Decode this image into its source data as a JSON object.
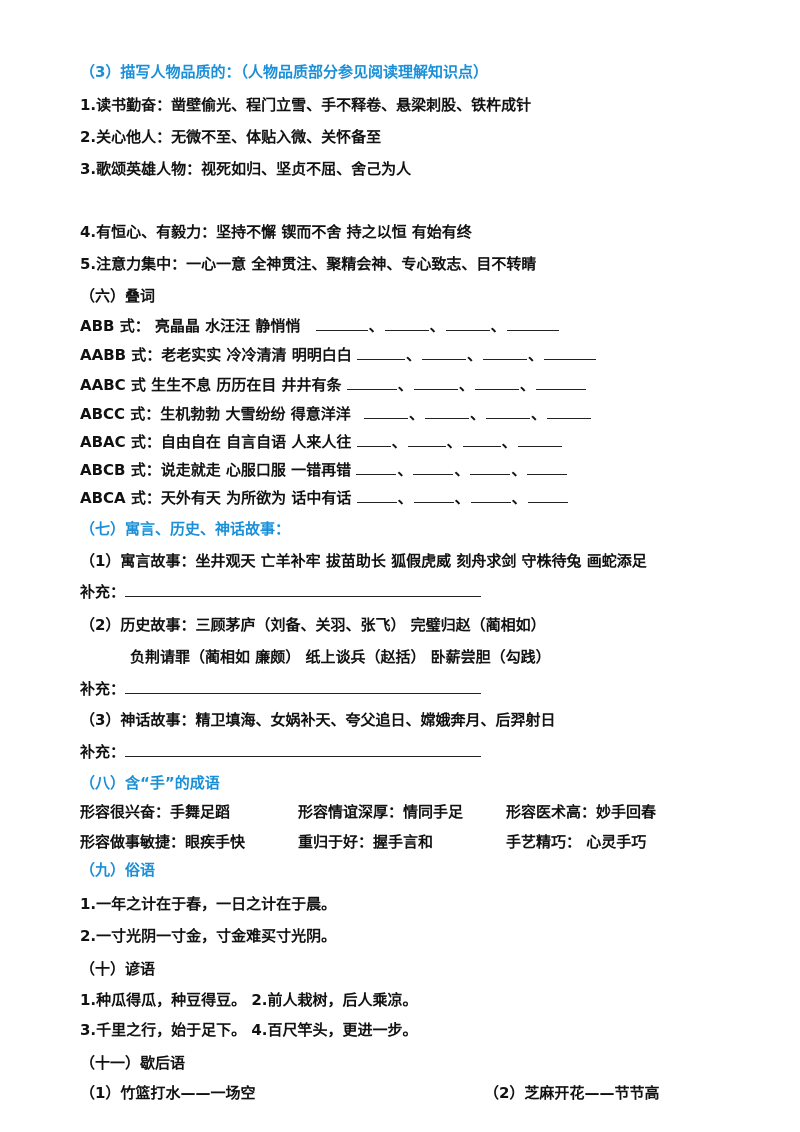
{
  "sec3": {
    "title": "（3）描写人物品质的：（人物品质部分参见阅读理解知识点）",
    "items": [
      "1.读书勤奋：凿壁偷光、程门立雪、手不释卷、悬梁刺股、铁杵成针",
      "2.关心他人：无微不至、体贴入微、关怀备至",
      "3.歌颂英雄人物：视死如归、坚贞不屈、舍己为人",
      "4.有恒心、有毅力：坚持不懈  锲而不舍 持之以恒 有始有终",
      "5.注意力集中：一心一意 全神贯注、聚精会神、专心致志、目不转睛"
    ]
  },
  "sec6": {
    "title": "（六）叠词",
    "rows": [
      {
        "text": "ABB 式： 亮晶晶   水汪汪    静悄悄",
        "blanks": 4
      },
      {
        "text": "AABB 式：老老实实  冷冷清清   明明白白",
        "blanks": 4
      },
      {
        "text": "AABC 式  生生不息 历历在目   井井有条",
        "blanks": 4
      },
      {
        "text": "ABCC 式：生机勃勃 大雪纷纷   得意洋洋",
        "blanks": 4
      },
      {
        "text": "ABAC 式：自由自在  自言自语  人来人往",
        "blanks": 4
      },
      {
        "text": "ABCB 式：说走就走 心服口服 一错再错",
        "blanks": 4
      },
      {
        "text": "ABCA 式：天外有天 为所欲为 话中有话",
        "blanks": 4
      }
    ]
  },
  "sec7": {
    "title": "（七）寓言、历史、神话故事：",
    "fable": "（1）寓言故事：坐井观天 亡羊补牢 拔苗助长 狐假虎威   刻舟求剑 守株待兔 画蛇添足",
    "supplement_label": "补充：",
    "history1": "（2）历史故事：三顾茅庐（刘备、关羽、张飞）  完璧归赵（蔺相如）",
    "history2": "负荆请罪（蔺相如 廉颇）  纸上谈兵（赵括）  卧薪尝胆（勾践）",
    "myth": "（3）神话故事：精卫填海、女娲补天、夸父追日、嫦娥奔月、后羿射日"
  },
  "sec8": {
    "title": "（八）含“手”的成语",
    "row1": [
      "形容很兴奋：手舞足蹈",
      "形容情谊深厚：情同手足",
      "形容医术高：妙手回春"
    ],
    "row2": [
      "形容做事敏捷：眼疾手快",
      "重归于好：握手言和",
      "手艺精巧：  心灵手巧"
    ]
  },
  "sec9": {
    "title": "（九）俗语",
    "items": [
      "1.一年之计在于春，一日之计在于晨。",
      "2.一寸光阴一寸金，寸金难买寸光阴。"
    ]
  },
  "sec10": {
    "title": "（十）谚语",
    "items": [
      "1.种瓜得瓜，种豆得豆。    2.前人栽树，后人乘凉。",
      "3.千里之行，始于足下。    4.百尺竿头，更进一步。"
    ]
  },
  "sec11": {
    "title": "（十一）歇后语",
    "left": "（1）竹篮打水——一场空",
    "right": "（2）芝麻开花——节节高"
  }
}
